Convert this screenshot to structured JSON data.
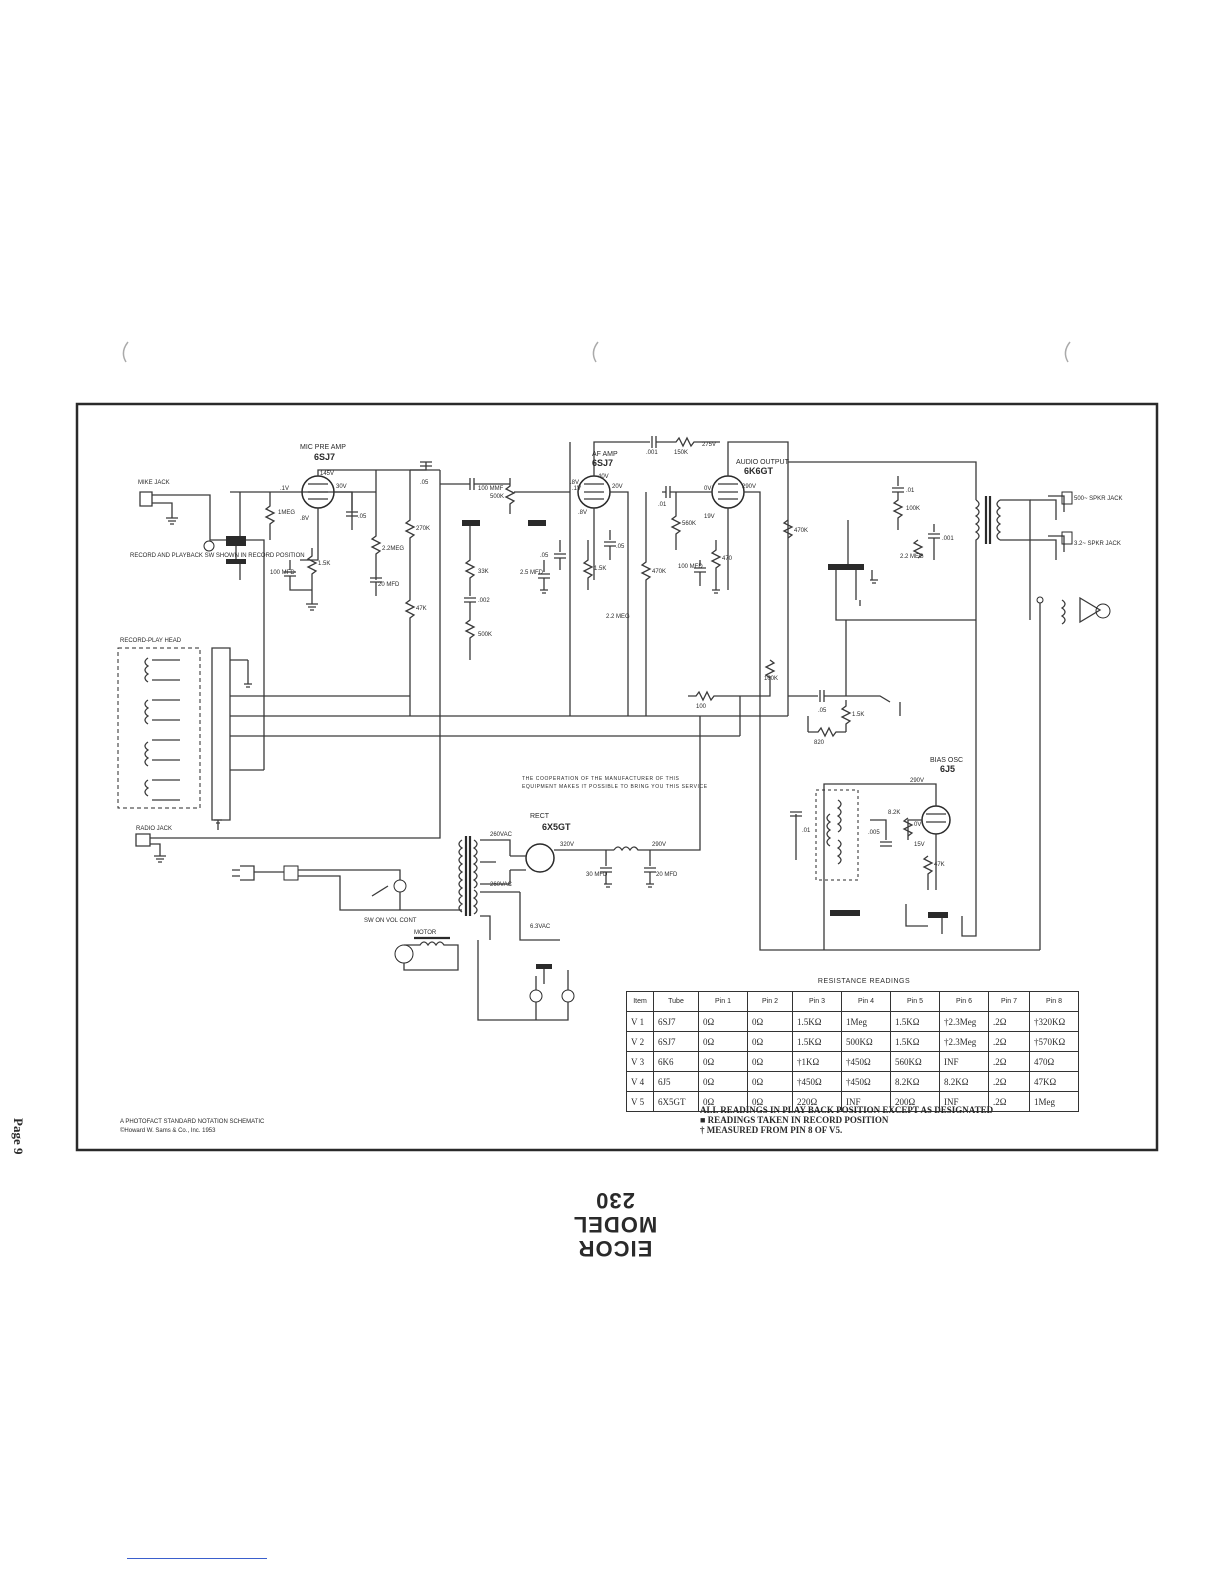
{
  "page_label": "Page 9",
  "title": {
    "brand": "EICOR",
    "model": "MODEL 230"
  },
  "copyright": {
    "line1": "A PHOTOFACT STANDARD NOTATION SCHEMATIC",
    "line2": "©Howard W. Sams & Co., Inc. 1953"
  },
  "cooperation": {
    "line1": "THE COOPERATION OF THE MANUFACTURER OF THIS",
    "line2": "EQUIPMENT MAKES IT POSSIBLE TO BRING YOU THIS SERVICE"
  },
  "schematic": {
    "tubes": [
      {
        "ref": "V1",
        "function": "MIC PRE AMP",
        "type": "6SJ7"
      },
      {
        "ref": "V2",
        "function": "AF AMP",
        "type": "6SJ7"
      },
      {
        "ref": "V3",
        "function": "AUDIO OUTPUT",
        "type": "6K6GT"
      },
      {
        "ref": "V4",
        "function": "BIAS OSC",
        "type": "6J5"
      },
      {
        "ref": "V5",
        "function": "RECT",
        "type": "6X5GT"
      }
    ],
    "jacks": {
      "mike": "MIKE JACK",
      "radio": "RADIO JACK",
      "spkr1": "500~ SPKR JACK",
      "spkr2": "3.2~ SPKR JACK"
    },
    "labels": {
      "switch_note": "RECORD AND PLAYBACK SW SHOWN IN RECORD POSITION",
      "head": "RECORD-PLAY HEAD",
      "sw_vol": "SW ON VOL CONT",
      "motor": "MOTOR"
    },
    "values": {
      "v1_plate": "145V",
      "v1_screen": "30V",
      "v1_grid": ".1V",
      "v1_cath": ".8V",
      "r1": "1MEG",
      "r3": "1.5K",
      "c3": "100 MFD",
      "c5": ".05",
      "r4": "2.2MEG",
      "c6": "20 MFD",
      "c7": ".05",
      "r5": "270K",
      "r6": "47K",
      "c8": "100 MMF",
      "r8": "500K",
      "r7": "33K",
      "c9": ".002",
      "r9": "500K",
      "v2_plate": "40V",
      "v2_screen": "20V",
      "v2_grid": ".1V",
      "v2_cath": ".8V",
      "v2_in": ".8V",
      "c10": ".05",
      "r11": "1.5K",
      "c11": ".05",
      "c12": "2.5 MFD",
      "r13": "470K",
      "r14": "2.2 MEG",
      "c13": ".001",
      "r15": "150K",
      "v3_b": "275V",
      "v3_plate": "290V",
      "v3_grid": "0V",
      "v3_cath": "19V",
      "c14": ".01",
      "r16": "560K",
      "r17": "470",
      "c15": "100 MFD",
      "r18": "470K",
      "c16": ".01",
      "r19": "100K",
      "c17": ".001",
      "r20": "2.2 MEG",
      "r21": "100K",
      "r22": "100",
      "c18": ".05",
      "r23": "1.5K",
      "r24": "820",
      "v4_plate": "290V",
      "v4_grid": "0V",
      "v4_cath": "15V",
      "c19": ".01",
      "c20": ".005",
      "r25": "8.2K",
      "r26": "47K",
      "t1_a": "260VAC",
      "t1_b": "260VAC",
      "t1_c": "6.3VAC",
      "v5_out": "320V",
      "l1_out": "290V",
      "c21": "30 MFD",
      "c22": "20 MFD"
    }
  },
  "resistance_table": {
    "title": "RESISTANCE READINGS",
    "headers": [
      "Item",
      "Tube",
      "Pin 1",
      "Pin 2",
      "Pin 3",
      "Pin 4",
      "Pin 5",
      "Pin 6",
      "Pin 7",
      "Pin 8"
    ],
    "rows": [
      [
        "V 1",
        "6SJ7",
        "0Ω",
        "0Ω",
        "1.5KΩ",
        "1Meg",
        "1.5KΩ",
        "†2.3Meg",
        ".2Ω",
        "†320KΩ"
      ],
      [
        "V 2",
        "6SJ7",
        "0Ω",
        "0Ω",
        "1.5KΩ",
        "500KΩ",
        "1.5KΩ",
        "†2.3Meg",
        ".2Ω",
        "†570KΩ"
      ],
      [
        "V 3",
        "6K6",
        "0Ω",
        "0Ω",
        "†1KΩ",
        "†450Ω",
        "560KΩ",
        "INF",
        ".2Ω",
        "470Ω"
      ],
      [
        "V 4",
        "6J5",
        "0Ω",
        "0Ω",
        "†450Ω",
        "†450Ω",
        "8.2KΩ",
        "8.2KΩ",
        ".2Ω",
        "47KΩ"
      ],
      [
        "V 5",
        "6X5GT",
        "0Ω",
        "0Ω",
        "220Ω",
        "INF",
        "200Ω",
        "INF",
        ".2Ω",
        "1Meg"
      ]
    ],
    "notes": [
      "ALL READINGS IN PLAY BACK POSITION EXCEPT AS DESIGNATED",
      "■ READINGS TAKEN IN RECORD POSITION",
      "† MEASURED FROM PIN 8 OF V5."
    ]
  }
}
